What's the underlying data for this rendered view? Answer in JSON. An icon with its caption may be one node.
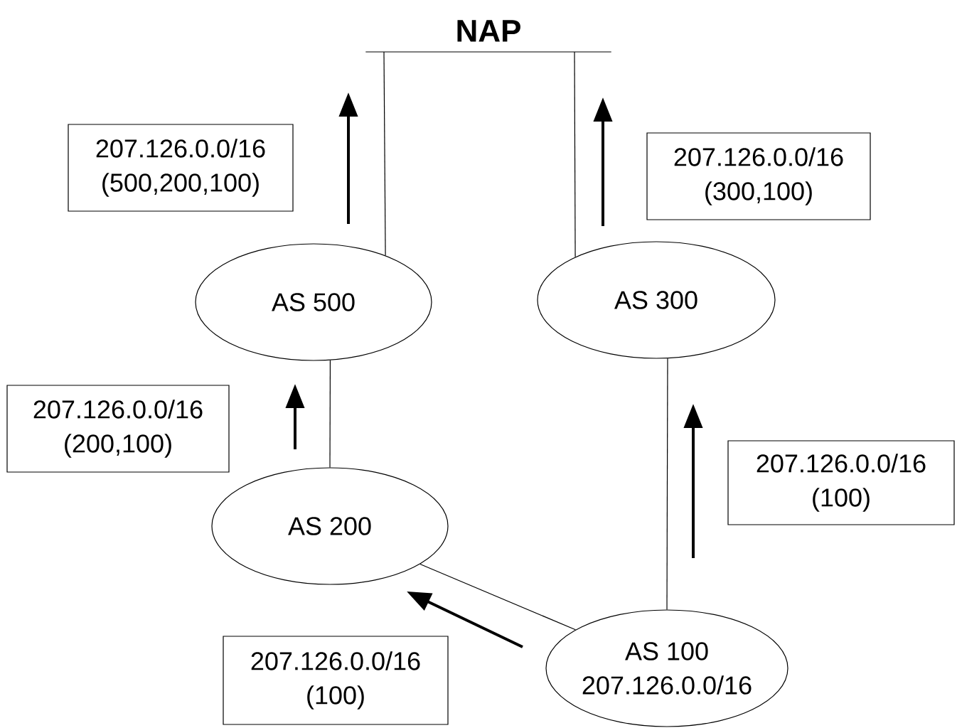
{
  "diagram": {
    "nodes": [
      {
        "text": [
          "NAP"
        ]
      },
      {
        "text": [
          "207.126.0.0/16",
          "(500,200,100)"
        ]
      },
      {
        "text": [
          "207.126.0.0/16",
          "(300,100)"
        ]
      },
      {
        "text": [
          "AS 500"
        ]
      },
      {
        "text": [
          "AS 300"
        ]
      },
      {
        "text": [
          "207.126.0.0/16",
          "(200,100)"
        ]
      },
      {
        "text": [
          "207.126.0.0/16",
          "(100)"
        ]
      },
      {
        "text": [
          "AS 200"
        ]
      },
      {
        "text": [
          "AS 100",
          "207.126.0.0/16"
        ]
      },
      {
        "text": [
          "207.126.0.0/16",
          "(100)"
        ]
      }
    ],
    "edges": [
      {
        "from": 0,
        "to": 3,
        "arrow": "none"
      },
      {
        "from": 0,
        "to": 4,
        "arrow": "none"
      },
      {
        "from": 3,
        "to": 7,
        "arrow": "none"
      },
      {
        "from": 4,
        "to": 8,
        "arrow": "none"
      },
      {
        "from": 7,
        "to": 8,
        "arrow": "none"
      }
    ]
  }
}
